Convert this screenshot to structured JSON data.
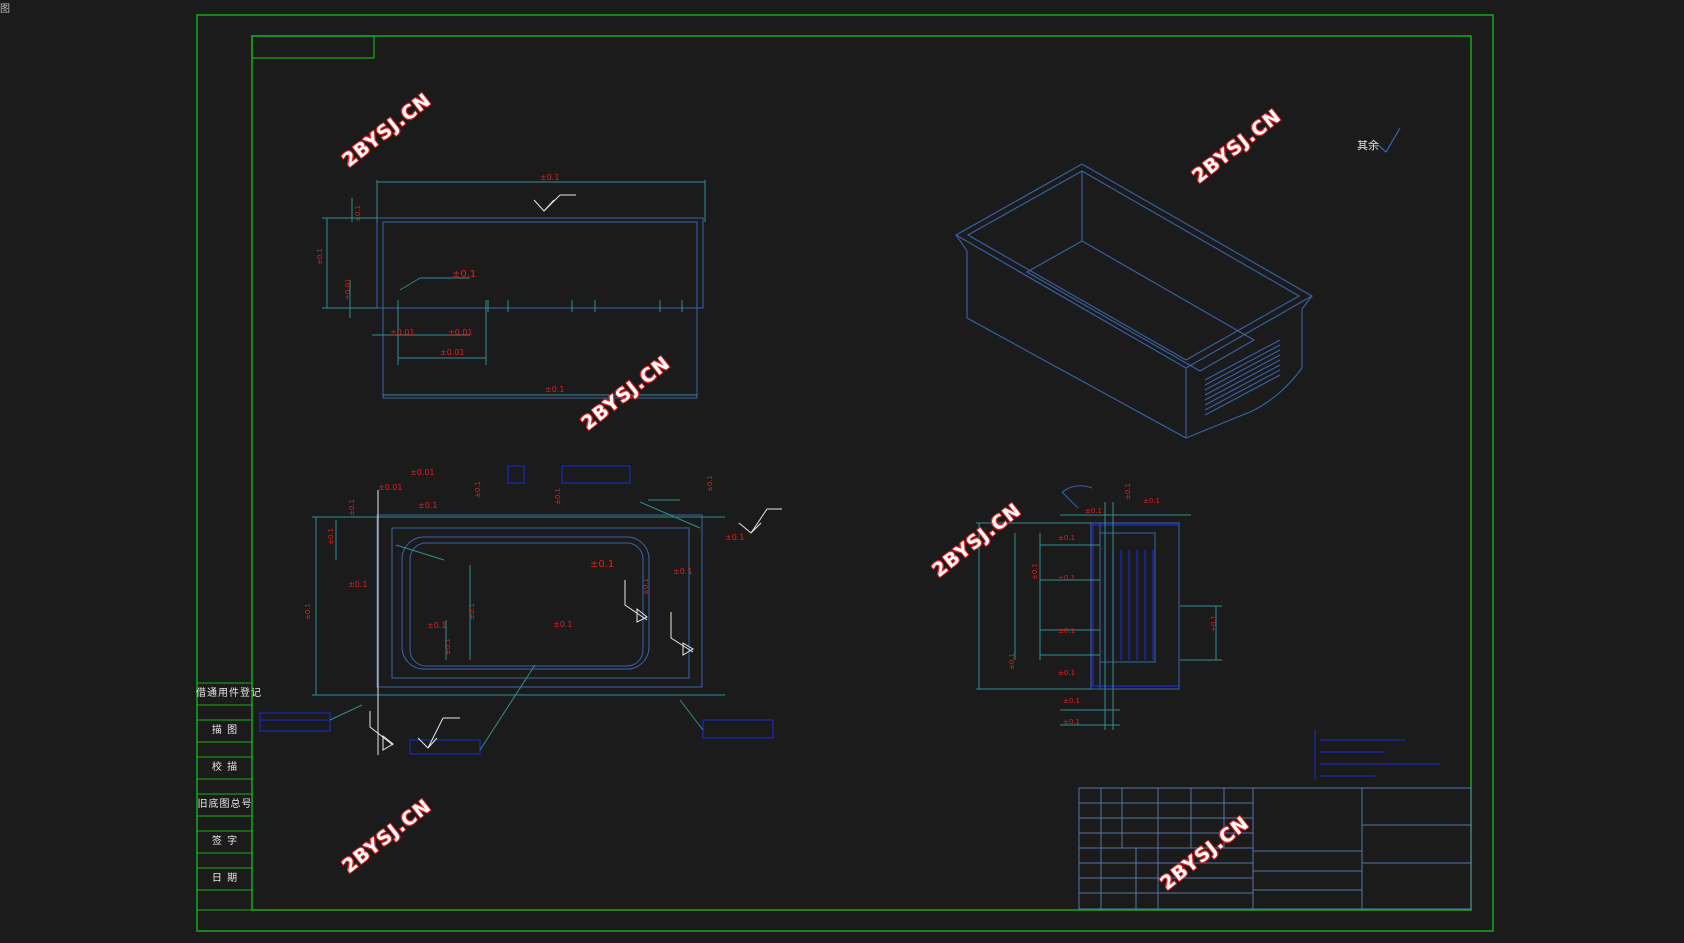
{
  "sheet": {
    "corner_mark": "图",
    "roughness_note": "其余",
    "left_column_labels": [
      "借通用件登记",
      "描 图",
      "校 描",
      "旧底图总号",
      "签 字",
      "日 期"
    ],
    "watermark": "2BYSJ.CN"
  },
  "dimensions": {
    "top_view": [
      "±0.1",
      "±0.1",
      "±0.1",
      "±0.1",
      "±0.1",
      "±0.01",
      "±0.01",
      "±0.01",
      "±0.01",
      "±0.1"
    ],
    "front_view": [
      "±0.01",
      "±0.01",
      "±0.1",
      "±0.1",
      "±0.1",
      "±0.1",
      "±0.1",
      "±0.1",
      "±0.1",
      "±0.1",
      "±0.1",
      "±0.1",
      "±0.1",
      "±0.1",
      "±0.1",
      "±0.1",
      "±0.1",
      "±0.1"
    ],
    "side_view": [
      "±0.1",
      "±0.1",
      "±0.1",
      "±0.1",
      "±0.1",
      "±0.1",
      "±0.1",
      "±0.1",
      "±0.1",
      "±0.1",
      "±0.1",
      "±0.1"
    ]
  },
  "colors": {
    "background": "#1b1b1b",
    "border": "#17b217",
    "geometry": "#3a63a8",
    "dimension_line": "#2f8f8f",
    "dimension_text": "#e02020",
    "hatch": "#1a2bd6",
    "title_block": "#5a73a8"
  }
}
